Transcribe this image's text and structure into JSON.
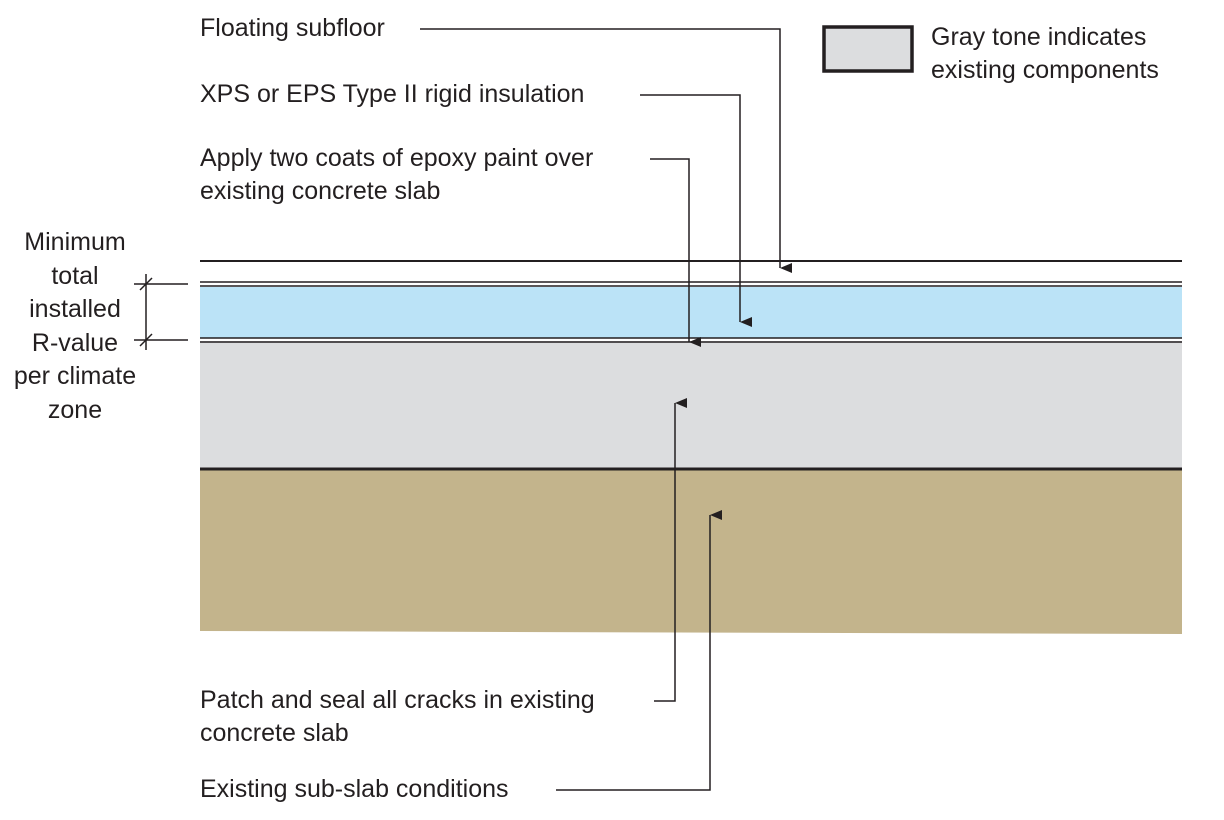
{
  "labels": {
    "floating_subfloor": "Floating subfloor",
    "rigid_insulation": "XPS or EPS Type II rigid insulation",
    "epoxy_paint": [
      "Apply two coats of epoxy paint over",
      "existing concrete slab"
    ],
    "patch_seal": [
      "Patch and seal all cracks in existing",
      "concrete slab"
    ],
    "sub_slab": "Existing sub-slab conditions",
    "r_value": [
      "Minimum",
      "total",
      "installed",
      "R-value",
      "per climate",
      "zone"
    ]
  },
  "legend": {
    "text": [
      "Gray tone indicates",
      "existing components"
    ]
  },
  "colors": {
    "insulation": "#bbe3f7",
    "concrete_slab": "#dcdddf",
    "sub_slab": "#c3b48c",
    "line": "#231f20",
    "legend_swatch": "#dcdddf"
  }
}
